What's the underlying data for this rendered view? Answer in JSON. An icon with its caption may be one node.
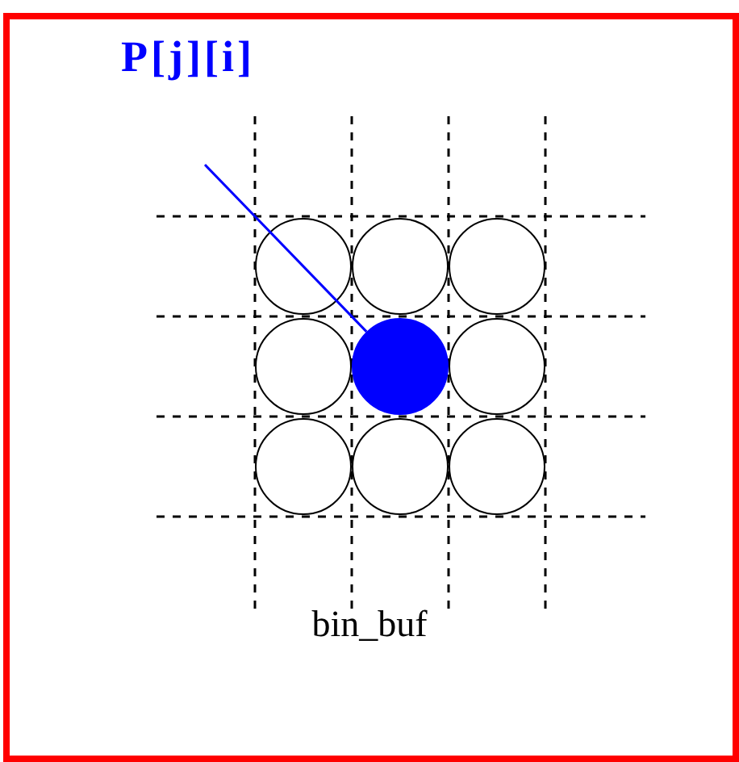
{
  "diagram": {
    "nodes": [
      {
        "text": [
          "P[j][i]"
        ]
      },
      {
        "text": [],
        "shape": "circle"
      },
      {
        "text": [],
        "shape": "circle"
      },
      {
        "text": [],
        "shape": "circle"
      },
      {
        "text": [],
        "shape": "circle"
      },
      {
        "text": [],
        "shape": "circle"
      },
      {
        "text": [],
        "shape": "circle"
      },
      {
        "text": [],
        "shape": "circle"
      },
      {
        "text": [],
        "shape": "circle"
      },
      {
        "text": [],
        "shape": "circle"
      }
    ],
    "edges": [
      {
        "from": 0,
        "to": 5,
        "arrow": "none"
      }
    ],
    "labels": [
      "bin_buf"
    ]
  }
}
